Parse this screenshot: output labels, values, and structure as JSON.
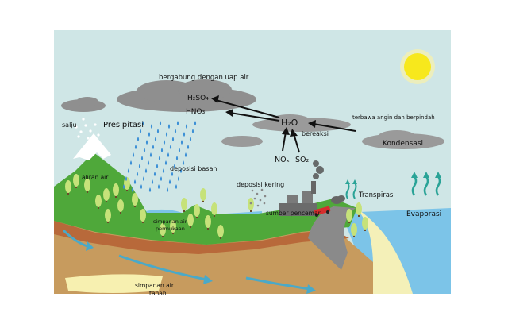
{
  "labels": {
    "bergabung": "bergabung dengan uap air",
    "h2so4": "H₂SO₄",
    "hno3": "HNO₃",
    "h2o": "H₂O",
    "bereaksi": "bereaksi",
    "terbawa": "terbawa angin dan berpindah",
    "kondensasi": "Kondensasi",
    "salju": "salju",
    "presipitasi": "Presipitasi",
    "deposisi_basah": "deposisi basah",
    "nox": "NOₓ",
    "so2": "SO₂",
    "deposisi_kering": "deposisi kering",
    "sumber_pencemar": "sumber pencemar",
    "transpirasi": "Transpirasi",
    "evaporasi": "Evaporasi",
    "aliran_air": "aliran air",
    "simpanan_permukaan_1": "simpanan air",
    "simpanan_permukaan_2": "permukaan",
    "simpanan_tanah_1": "simpanan air",
    "simpanan_tanah_2": "tanah"
  },
  "colors": {
    "sky": "#cfe6e6",
    "sun": "#f7e81c",
    "cloud": "#8f8f8f",
    "grass": "#4fa83a",
    "soil": "#c79b5e",
    "soil_band": "#b8693a",
    "water": "#7cc4e8",
    "rain": "#3b8fd6",
    "snow": "#ffffff",
    "road": "#8a8a8a",
    "sand": "#f4f0b8",
    "factory": "#7a7a7a",
    "car": "#d62d2d"
  }
}
